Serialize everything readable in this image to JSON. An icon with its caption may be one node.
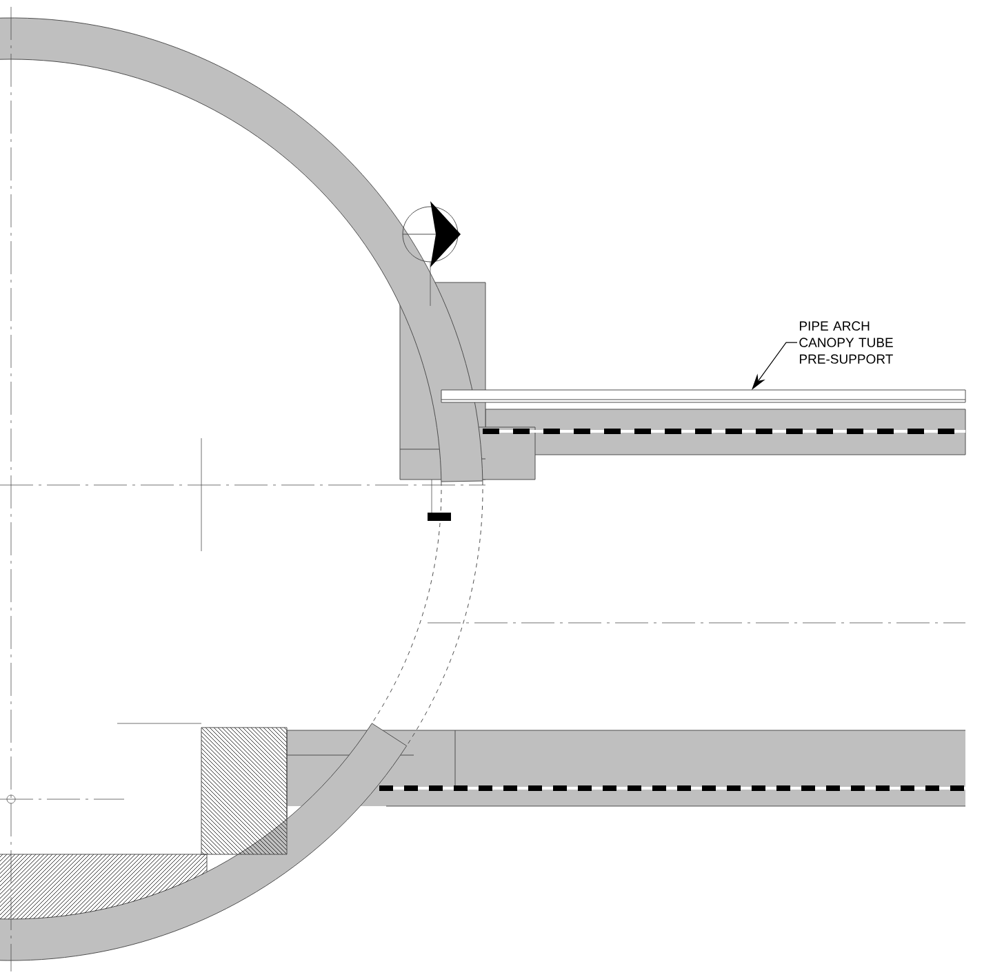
{
  "diagram": {
    "nodes": [
      {
        "text": [
          "PIPE ARCH CANOPY TUBE PRE-SUPPORT"
        ]
      },
      {
        "text": [],
        "shape": "bar"
      }
    ],
    "edges": [
      {
        "from": 0,
        "to": 1,
        "arrow": "to"
      }
    ]
  }
}
